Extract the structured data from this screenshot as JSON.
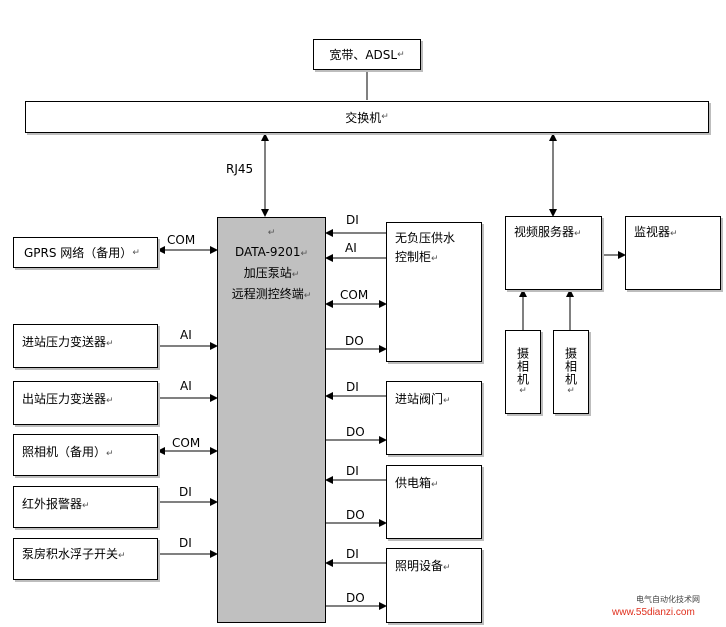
{
  "nodes": {
    "broadband": "宽带、ADSL",
    "switch": "交换机",
    "terminal": [
      "DATA-9201",
      "加压泵站",
      "远程测控终端"
    ],
    "gprs": "GPRS 网络（备用）",
    "in_pressure": "进站压力变送器",
    "out_pressure": "出站压力变送器",
    "camera_backup": "照相机（备用）",
    "infrared": "红外报警器",
    "float_switch": "泵房积水浮子开关",
    "no_neg_pressure": [
      "无负压供水",
      "控制柜"
    ],
    "inlet_valve": "进站阀门",
    "power_box": "供电箱",
    "lighting": "照明设备",
    "video_server": "视频服务器",
    "monitor": "监视器",
    "camera1": "摄相机",
    "camera2": "摄相机"
  },
  "labels": {
    "rj45": "RJ45",
    "gprs_link": "COM",
    "in_pressure_link": "AI",
    "out_pressure_link": "AI",
    "camera_link": "COM",
    "infrared_link": "DI",
    "float_link": "DI",
    "cab_di": "DI",
    "cab_ai": "AI",
    "cab_com": "COM",
    "cab_do": "DO",
    "valve_di": "DI",
    "valve_do": "DO",
    "power_di": "DI",
    "power_do": "DO",
    "light_di": "DI",
    "light_do": "DO"
  },
  "return_mark": "↵",
  "watermark": {
    "line1": "电气自动化技术网",
    "line2": "www.55dianzi.com"
  },
  "colors": {
    "terminal_fill": "#c0c0c0",
    "watermark_url": "#e0301e"
  }
}
